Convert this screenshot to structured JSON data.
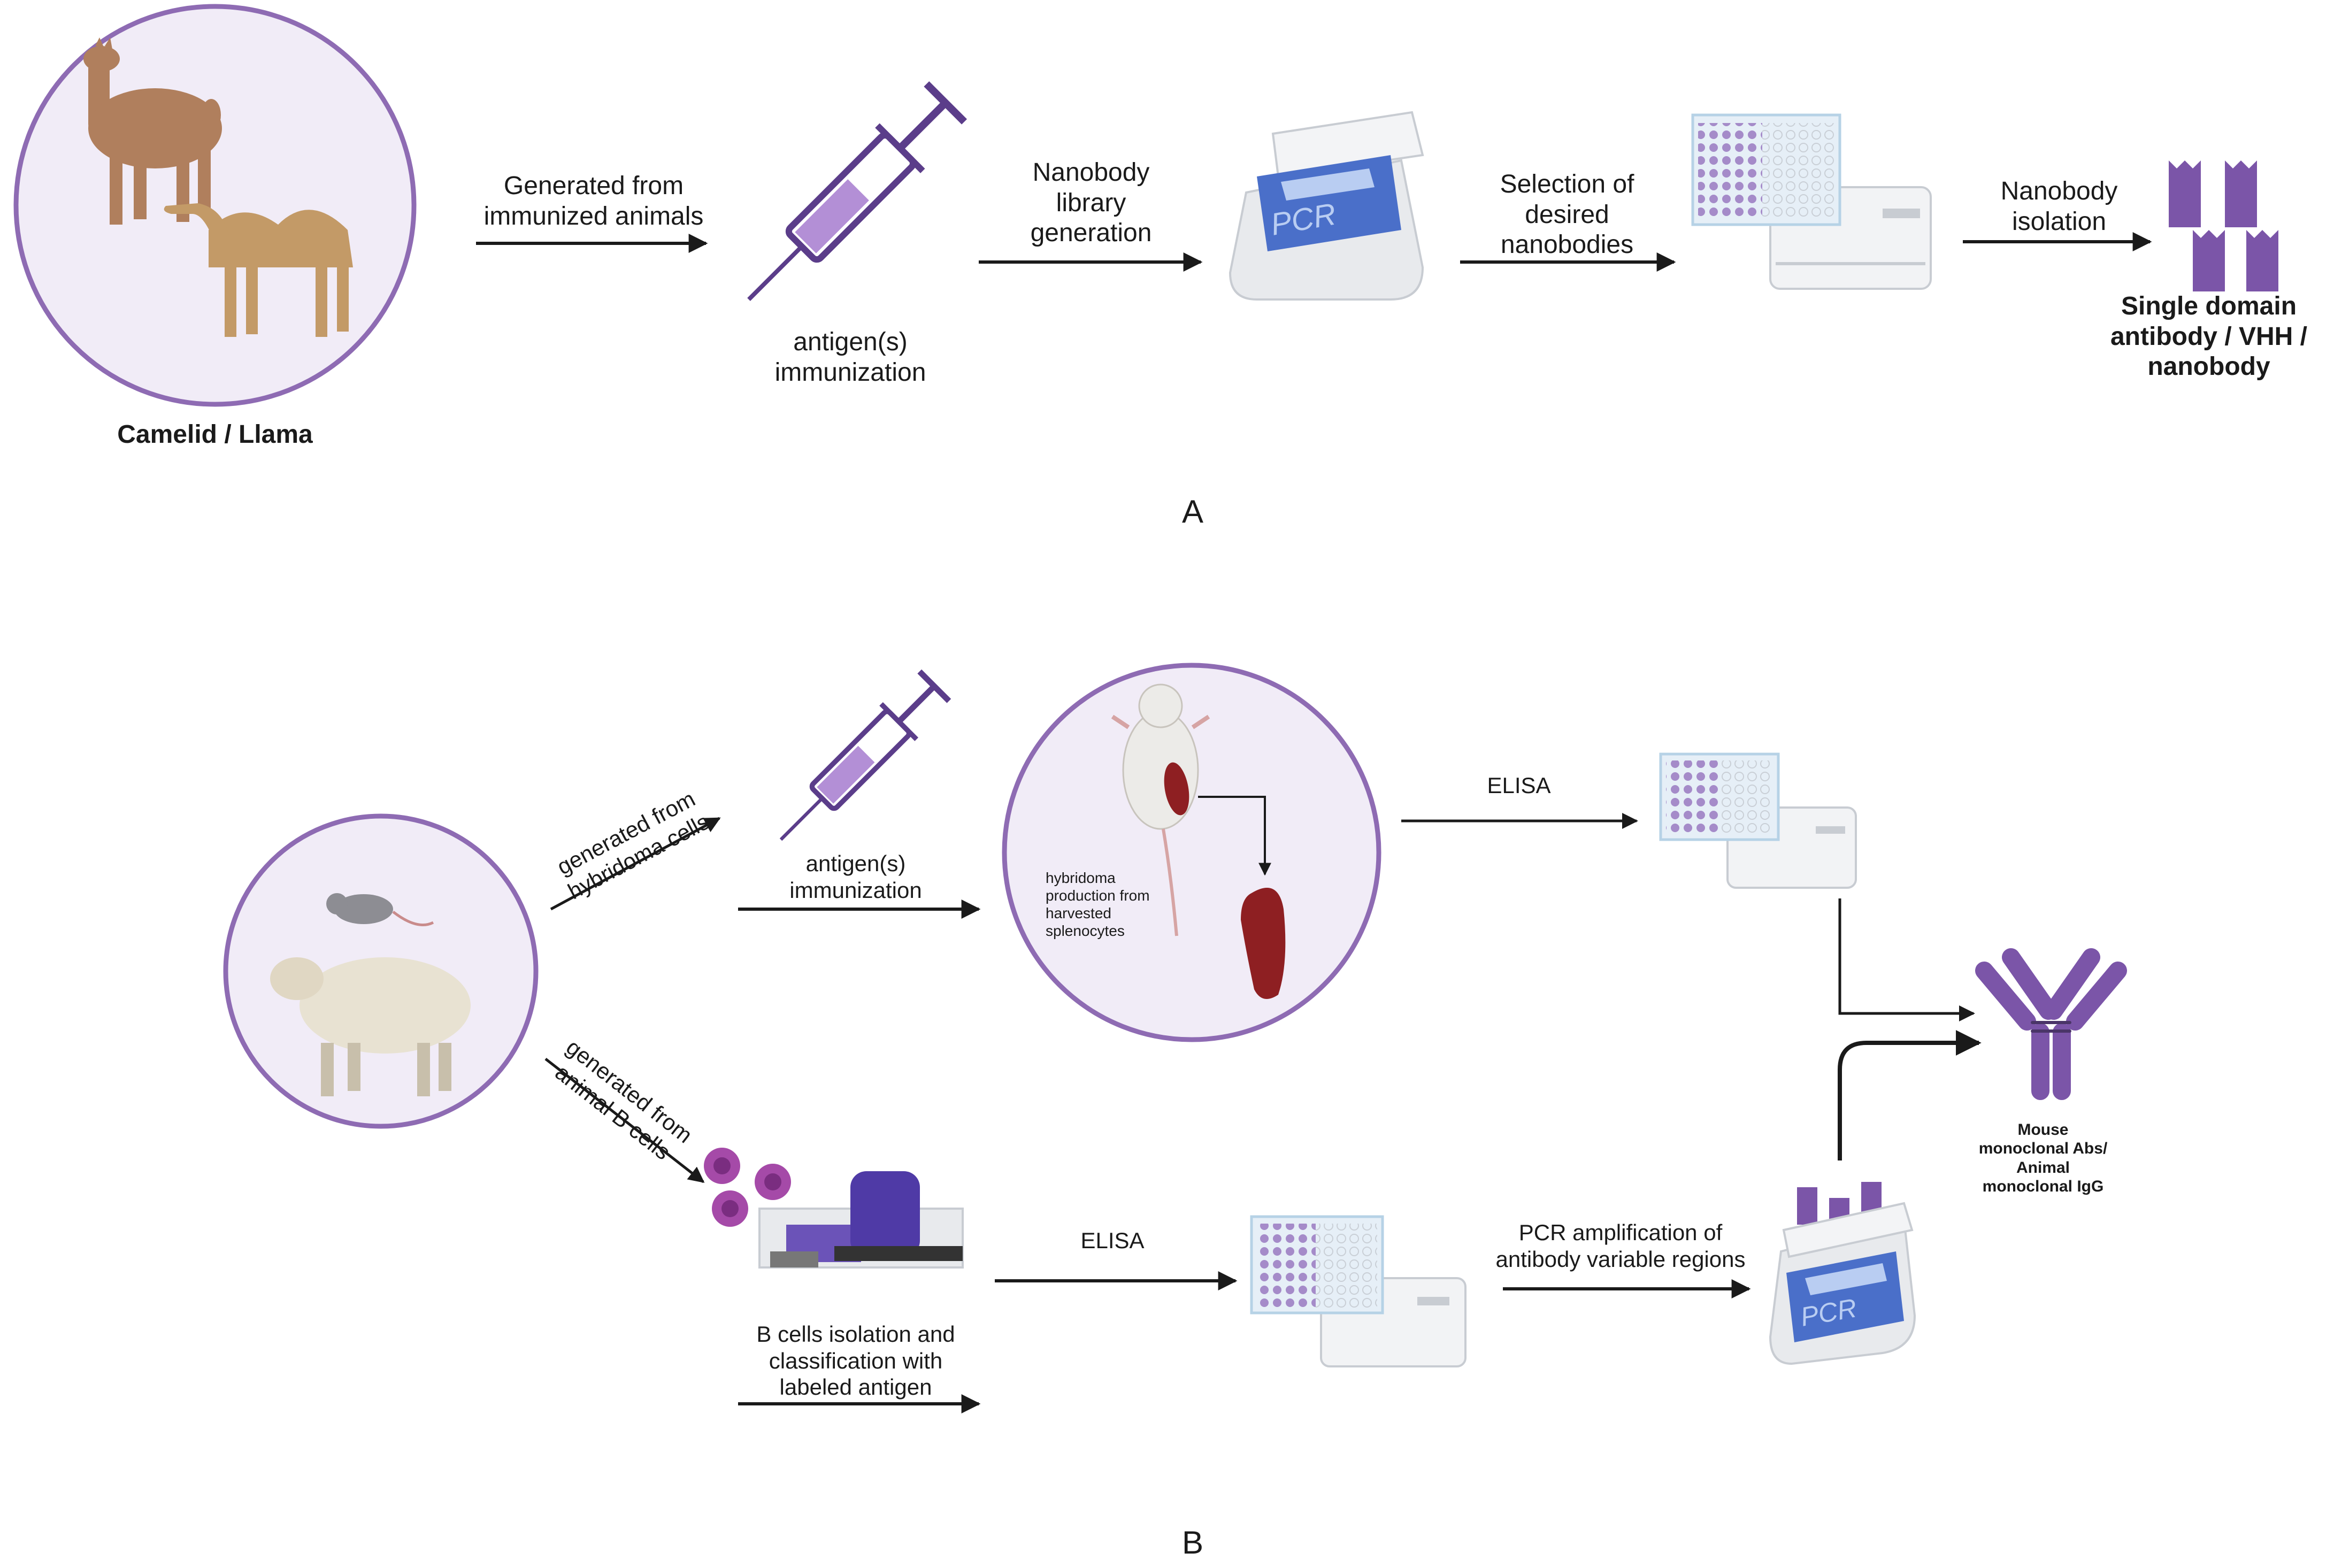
{
  "panel_a": {
    "label": "A",
    "source_label": "Camelid / Llama",
    "step1_label": "Generated from\nimmunized animals",
    "immunization_label": "antigen(s)\nimmunization",
    "step2_label": "Nanobody\nlibrary\ngeneration",
    "pcr_text": "PCR",
    "step3_label": "Selection of\ndesired\nnanobodies",
    "step4_label": "Nanobody\nisolation",
    "product_label": "Single domain\nantibody / VHH /\nnanobody"
  },
  "panel_b": {
    "label": "B",
    "hybridoma_branch_label": "generated from\nhybridoma cells",
    "bcell_branch_label": "generated from\nanimal B cells",
    "immunization_label": "antigen(s)\nimmunization",
    "hybridoma_production_label": "hybridoma\nproduction from\nharvested\nsplenocytes",
    "elisa_top_label": "ELISA",
    "elisa_bottom_label": "ELISA",
    "bcell_isolation_label": "B cells isolation and\nclassification with\nlabeled antigen",
    "pcr_amplification_label": "PCR amplification of\nantibody variable regions",
    "pcr_text": "PCR",
    "product_label": "Mouse\nmonoclonal Abs/\nAnimal\nmonoclonal IgG"
  },
  "colors": {
    "accent_purple": "#7b55a8",
    "light_purple": "#f1ecf7",
    "circle_border": "#8e6bb3",
    "spleen_red": "#8e1f22",
    "arrow": "#1a1a1a"
  }
}
